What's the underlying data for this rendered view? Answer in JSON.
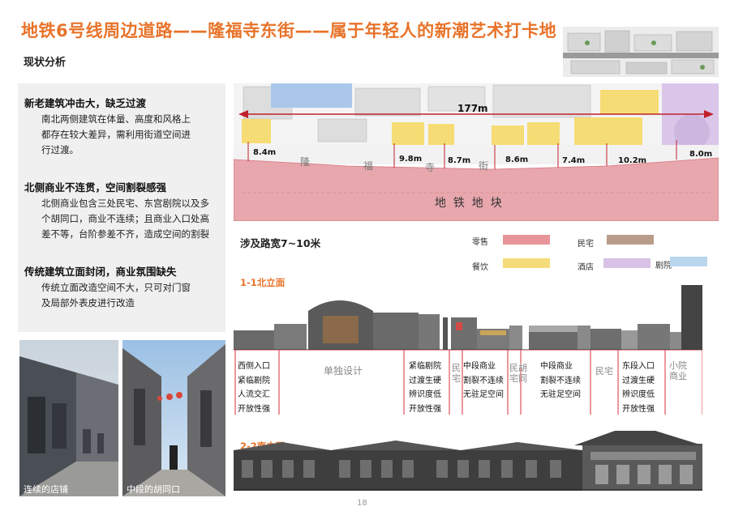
{
  "header": {
    "title": "地铁6号线周边道路——隆福寺东街——属于年轻人的新潮艺术打卡地",
    "subtitle": "现状分析"
  },
  "analysis": [
    {
      "heading": "新老建筑冲击大，缺乏过渡",
      "body": [
        "南北两侧建筑在体量、高度和风格上",
        "都存在较大差异，需利用街道空间进",
        "行过渡。"
      ]
    },
    {
      "heading": "北侧商业不连贯，空间割裂感强",
      "body": [
        "北侧商业包含三处民宅、东宫剧院以及多",
        "个胡同口，商业不连续；且商业入口处高",
        "差不等，台阶参差不齐，造成空间的割裂"
      ]
    },
    {
      "heading": "传统建筑立面封闭，商业氛围缺失",
      "body": [
        "传统立面改造空间不大，只可对门窗",
        "及局部外表皮进行改造"
      ]
    }
  ],
  "photos": [
    {
      "caption": "连续的店铺"
    },
    {
      "caption": "中段的胡同口"
    }
  ],
  "plan": {
    "length_label": "177m",
    "widths": [
      "8.4m",
      "9.8m",
      "8.7m",
      "8.6m",
      "7.4m",
      "10.2m",
      "8.0m"
    ],
    "street_chars": [
      "隆",
      "福",
      "寺",
      "街"
    ],
    "block_label": "地  铁  地  块"
  },
  "road_width": "涉及路宽7~10米",
  "legend": [
    {
      "label": "零售",
      "color": "#e8959a"
    },
    {
      "label": "民宅",
      "color": "#b89c8a"
    },
    {
      "label": "餐饮",
      "color": "#f4dc7a"
    },
    {
      "label": "酒店",
      "color": "#d8c3e6"
    },
    {
      "label": "剧院",
      "color": "#b9d6ee"
    }
  ],
  "north_elevation": {
    "label": "1-1北立面",
    "notes": [
      {
        "lines": [
          "西侧入口",
          "紧临剧院",
          "人流交汇",
          "开放性强"
        ]
      },
      {
        "lines": [
          "单独设计"
        ]
      },
      {
        "lines": [
          "紧临剧院",
          "过渡生硬",
          "辨识度低",
          "开放性强"
        ]
      },
      {
        "lines": [
          "民",
          "宅"
        ]
      },
      {
        "lines": [
          "中段商业",
          "割裂不连续",
          "无驻足空间"
        ]
      },
      {
        "lines": [
          "民胡",
          "宅同"
        ]
      },
      {
        "lines": [
          "中段商业",
          "割裂不连续",
          "无驻足空间"
        ]
      },
      {
        "lines": [
          "民宅"
        ]
      },
      {
        "lines": [
          "东段入口",
          "过渡生硬",
          "辨识度低",
          "开放性强"
        ]
      },
      {
        "lines": [
          "小院",
          "商业"
        ]
      }
    ]
  },
  "south_elevation": {
    "label": "2-2南立面"
  },
  "page_number": "18"
}
